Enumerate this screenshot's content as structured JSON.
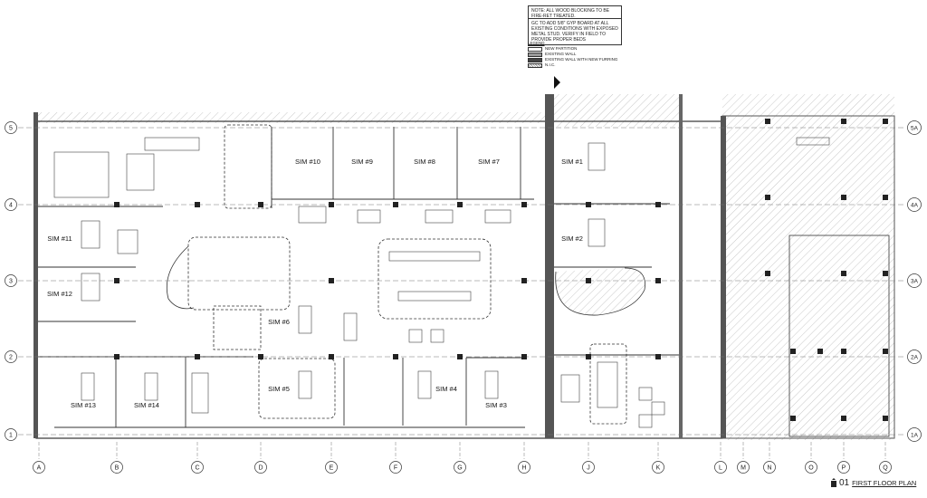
{
  "notes": {
    "note1": "NOTE: ALL WOOD BLOCKING TO BE FIRE-RET TREATED.",
    "note2": "GC TO ADD 5/8\" GYP BOARD AT ALL EXISTING CONDITIONS WITH EXPOSED METAL STUD. VERIFY IN FIELD TO PROVIDE PROPER BEDS"
  },
  "legend": {
    "title": "LEGEND",
    "items": [
      "NEW PARTITION",
      "EXISTING WALL",
      "EXISTING WALL WITH NEW FURRING",
      "N.I.C."
    ]
  },
  "grid": {
    "columns": [
      "A",
      "B",
      "C",
      "D",
      "E",
      "F",
      "G",
      "H",
      "J",
      "K",
      "L",
      "M",
      "N",
      "O",
      "P",
      "Q"
    ],
    "rows": [
      "5",
      "4",
      "3",
      "2",
      "1"
    ],
    "rows_right": [
      "5A",
      "4A",
      "3A",
      "2A",
      "1A"
    ]
  },
  "rooms": [
    "SIM #10",
    "SIM #9",
    "SIM #8",
    "SIM #7",
    "SIM #1",
    "SIM #2",
    "SIM #11",
    "SIM #12",
    "SIM #6",
    "SIM #5",
    "SIM #4",
    "SIM #3",
    "SIM #13",
    "SIM #14"
  ],
  "drawing": {
    "number": "01",
    "title": "FIRST FLOOR PLAN"
  },
  "colors": {
    "line": "#333333",
    "hatch": "#bbbbbb",
    "wall": "#555555"
  }
}
